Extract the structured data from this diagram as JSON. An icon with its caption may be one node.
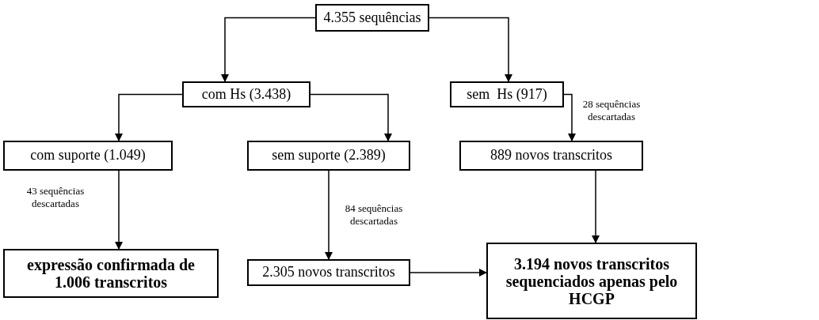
{
  "diagram": {
    "nodes": [
      {
        "text": [
          "4.355 sequências"
        ]
      },
      {
        "text": [
          "com Hs (3.438)"
        ]
      },
      {
        "text": [
          "sem  Hs (917)"
        ]
      },
      {
        "text": [
          "com suporte (1.049)"
        ]
      },
      {
        "text": [
          "sem suporte (2.389)"
        ]
      },
      {
        "text": [
          "889 novos transcritos"
        ]
      },
      {
        "text": [
          "expressão confirmada de 1.006 transcritos"
        ]
      },
      {
        "text": [
          "2.305 novos transcritos"
        ]
      },
      {
        "text": [
          "3.194 novos transcritos sequenciados apenas pelo HCGP"
        ]
      }
    ],
    "edges": [
      {
        "from": 0,
        "to": 1,
        "arrow": "to"
      },
      {
        "from": 0,
        "to": 2,
        "arrow": "to"
      },
      {
        "from": 1,
        "to": 3,
        "arrow": "to"
      },
      {
        "from": 1,
        "to": 4,
        "arrow": "to"
      },
      {
        "from": 2,
        "to": 5,
        "arrow": "to",
        "label": "28 sequências descartadas"
      },
      {
        "from": 3,
        "to": 6,
        "arrow": "to",
        "label": "43 sequências descartadas"
      },
      {
        "from": 4,
        "to": 7,
        "arrow": "to",
        "label": "84 sequências descartadas"
      },
      {
        "from": 7,
        "to": 8,
        "arrow": "to"
      },
      {
        "from": 5,
        "to": 8,
        "arrow": "to"
      }
    ]
  }
}
